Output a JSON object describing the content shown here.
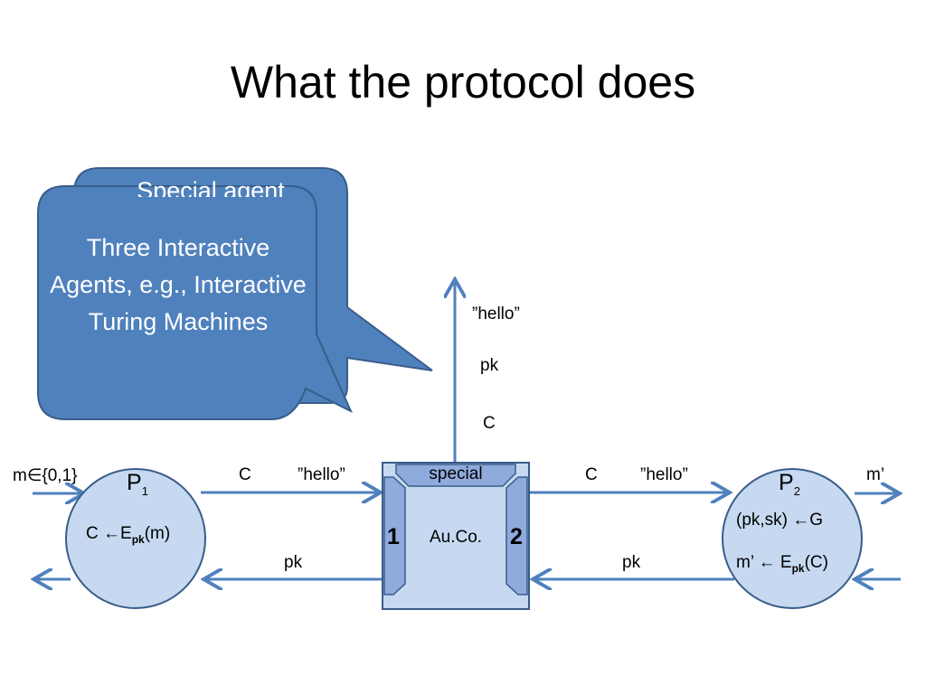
{
  "slide": {
    "title": "What the protocol does"
  },
  "bubbles": {
    "back_text": "Special agent",
    "front_text": "Three Interactive Agents, e.g., Interactive Turing Machines"
  },
  "party1": {
    "name": "P",
    "index": "1",
    "formula_prefix": "C ←E",
    "formula_sub": "pk",
    "formula_suffix": "(m)",
    "input_label": "m∈{0,1}"
  },
  "party2": {
    "name": "P",
    "index": "2",
    "keygen": "(pk,sk) ←G",
    "formula_prefix": "m’ ← E",
    "formula_sub": "pk",
    "formula_suffix": "(C)",
    "output_label": "m’"
  },
  "auco": {
    "label": "Au.Co.",
    "special": "special",
    "port1": "1",
    "port2": "2"
  },
  "messages": {
    "left_c": "C",
    "left_hello": "”hello”",
    "left_pk": "pk",
    "right_c": "C",
    "right_hello": "”hello”",
    "right_pk": "pk",
    "up_hello": "”hello”",
    "up_pk": "pk",
    "up_c": "C"
  },
  "colors": {
    "accent": "#4f81bd",
    "node_fill": "#c6d9f1",
    "node_stroke": "#385d8a",
    "port_fill": "#8faadc",
    "bubble_fill": "#4f81bd"
  }
}
